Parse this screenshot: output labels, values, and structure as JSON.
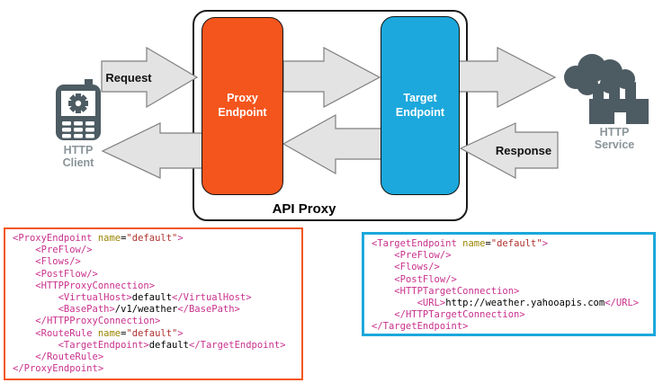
{
  "diagram": {
    "api_proxy_label": "API Proxy",
    "request_label": "Request",
    "response_label": "Response",
    "proxy_endpoint": {
      "line1": "Proxy",
      "line2": "Endpoint",
      "color": "#F4551C"
    },
    "target_endpoint": {
      "line1": "Target",
      "line2": "Endpoint",
      "color": "#1CA8DC"
    },
    "http_client": {
      "line1": "HTTP",
      "line2": "Client",
      "icon": "mobile-phone-gear-icon"
    },
    "http_service": {
      "line1": "HTTP",
      "line2": "Service",
      "icon": "cloud-factory-icon"
    },
    "colors": {
      "arrow_fill": "#E3E3E3",
      "arrow_stroke": "#7F7F7F",
      "icon_gray": "#4D5B63",
      "caption_gray": "#8A9499",
      "container_border": "#1A1A1A"
    }
  },
  "code_blocks": {
    "syntax_colors": {
      "tag": "#C9308D",
      "attribute": "#9A8400",
      "attr_value": "#B0312D",
      "text": "#000000"
    },
    "proxy_endpoint_xml": {
      "border_color": "#F4551C",
      "lines": [
        [
          {
            "c": "t",
            "s": "<ProxyEndpoint"
          },
          {
            "c": "x",
            "s": " "
          },
          {
            "c": "a",
            "s": "name"
          },
          {
            "c": "x",
            "s": "="
          },
          {
            "c": "v",
            "s": "\"default\""
          },
          {
            "c": "t",
            "s": ">"
          }
        ],
        [
          {
            "c": "x",
            "s": "    "
          },
          {
            "c": "t",
            "s": "<PreFlow/>"
          }
        ],
        [
          {
            "c": "x",
            "s": "    "
          },
          {
            "c": "t",
            "s": "<Flows/>"
          }
        ],
        [
          {
            "c": "x",
            "s": "    "
          },
          {
            "c": "t",
            "s": "<PostFlow/>"
          }
        ],
        [
          {
            "c": "x",
            "s": "    "
          },
          {
            "c": "t",
            "s": "<HTTPProxyConnection>"
          }
        ],
        [
          {
            "c": "x",
            "s": "        "
          },
          {
            "c": "t",
            "s": "<VirtualHost>"
          },
          {
            "c": "x",
            "s": "default"
          },
          {
            "c": "t",
            "s": "</VirtualHost>"
          }
        ],
        [
          {
            "c": "x",
            "s": "        "
          },
          {
            "c": "t",
            "s": "<BasePath>"
          },
          {
            "c": "x",
            "s": "/v1/weather"
          },
          {
            "c": "t",
            "s": "</BasePath>"
          }
        ],
        [
          {
            "c": "x",
            "s": "    "
          },
          {
            "c": "t",
            "s": "</HTTPProxyConnection>"
          }
        ],
        [
          {
            "c": "x",
            "s": "    "
          },
          {
            "c": "t",
            "s": "<RouteRule"
          },
          {
            "c": "x",
            "s": " "
          },
          {
            "c": "a",
            "s": "name"
          },
          {
            "c": "x",
            "s": "="
          },
          {
            "c": "v",
            "s": "\"default\""
          },
          {
            "c": "t",
            "s": ">"
          }
        ],
        [
          {
            "c": "x",
            "s": "        "
          },
          {
            "c": "t",
            "s": "<TargetEndpoint>"
          },
          {
            "c": "x",
            "s": "default"
          },
          {
            "c": "t",
            "s": "</TargetEndpoint>"
          }
        ],
        [
          {
            "c": "x",
            "s": "    "
          },
          {
            "c": "t",
            "s": "</RouteRule>"
          }
        ],
        [
          {
            "c": "t",
            "s": "</ProxyEndpoint>"
          }
        ]
      ]
    },
    "target_endpoint_xml": {
      "border_color": "#1CA8DC",
      "lines": [
        [
          {
            "c": "t",
            "s": "<TargetEndpoint"
          },
          {
            "c": "x",
            "s": " "
          },
          {
            "c": "a",
            "s": "name"
          },
          {
            "c": "x",
            "s": "="
          },
          {
            "c": "v",
            "s": "\"default\""
          },
          {
            "c": "t",
            "s": ">"
          }
        ],
        [
          {
            "c": "x",
            "s": "    "
          },
          {
            "c": "t",
            "s": "<PreFlow/>"
          }
        ],
        [
          {
            "c": "x",
            "s": "    "
          },
          {
            "c": "t",
            "s": "<Flows/>"
          }
        ],
        [
          {
            "c": "x",
            "s": "    "
          },
          {
            "c": "t",
            "s": "<PostFlow/>"
          }
        ],
        [
          {
            "c": "x",
            "s": "    "
          },
          {
            "c": "t",
            "s": "<HTTPTargetConnection>"
          }
        ],
        [
          {
            "c": "x",
            "s": "        "
          },
          {
            "c": "t",
            "s": "<URL>"
          },
          {
            "c": "x",
            "s": "http://weather.yahooapis.com"
          },
          {
            "c": "t",
            "s": "</URL>"
          }
        ],
        [
          {
            "c": "x",
            "s": "    "
          },
          {
            "c": "t",
            "s": "</HTTPTargetConnection>"
          }
        ],
        [
          {
            "c": "t",
            "s": "</TargetEndpoint>"
          }
        ]
      ]
    }
  }
}
